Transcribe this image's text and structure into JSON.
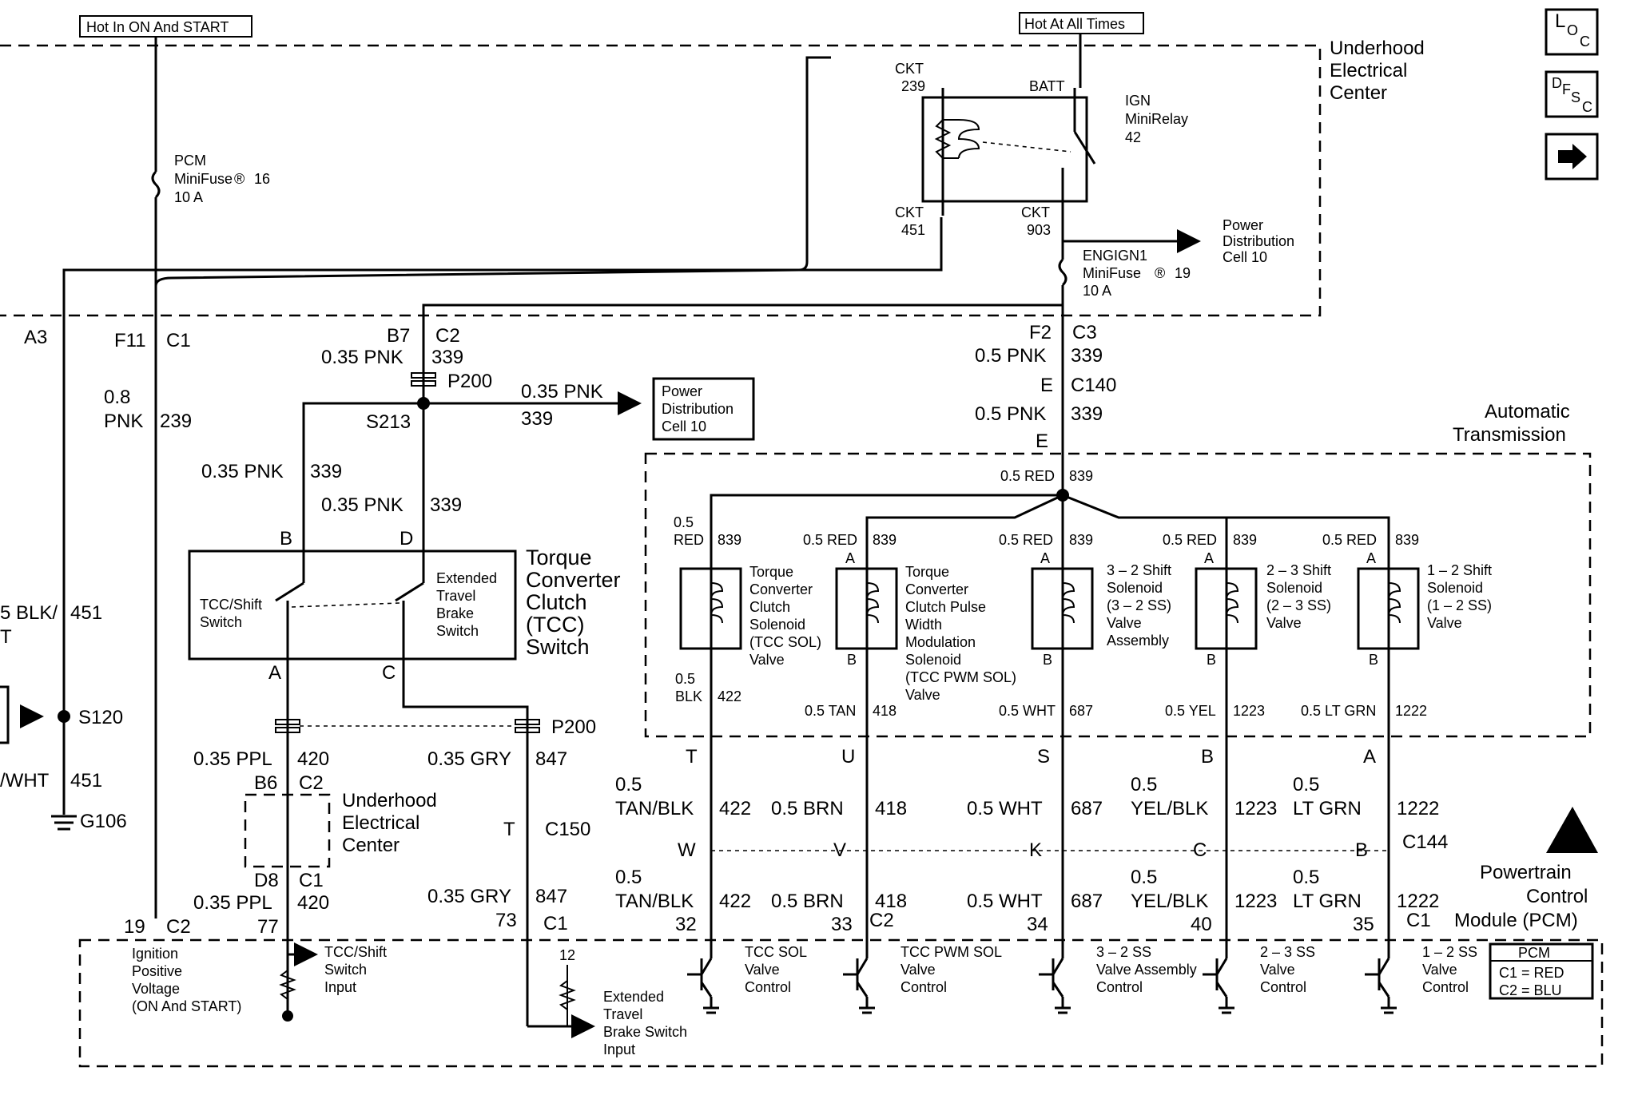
{
  "header": {
    "hot_run": "Hot In ON And START",
    "hot_all": "Hot At All Times"
  },
  "nav": {
    "loc": "LOC",
    "dfsc": "DFSC",
    "next": "next-arrow-icon"
  },
  "uec_top": {
    "title1": "Underhood",
    "title2": "Electrical",
    "title3": "Center"
  },
  "relay": {
    "ckt239_a": "CKT",
    "ckt239_b": "239",
    "batt": "BATT",
    "name1": "IGN",
    "name2": "MiniRelay",
    "name3": "42",
    "ckt451_a": "CKT",
    "ckt451_b": "451",
    "ckt903_a": "CKT",
    "ckt903_b": "903"
  },
  "pcm_fuse": {
    "l1": "PCM",
    "l2": "MiniFuse",
    "l2b": "16",
    "l3": "10 A"
  },
  "eng_fuse": {
    "l1": "ENGIGN1",
    "l2": "MiniFuse",
    "l2b": "19",
    "l3": "10 A"
  },
  "pdc_top": {
    "l1": "Power",
    "l2": "Distribution",
    "l3": "Cell 10"
  },
  "pdc_mid": {
    "l1": "Power",
    "l2": "Distribution",
    "l3": "Cell 10"
  },
  "left": {
    "a3": "A3",
    "f11": "F11",
    "c1a": "C1",
    "w1a": "0.8",
    "w1b": "PNK",
    "w1c": "239",
    "blk1": "5 BLK/",
    "blk2": "T",
    "blk3": "451",
    "s120": "S120",
    "wht": "/WHT",
    "wht2": "451",
    "g106": "G106"
  },
  "tcc_section": {
    "b7": "B7",
    "c2": "C2",
    "w_top1": "0.35 PNK",
    "w_top2": "339",
    "p200": "P200",
    "s213": "S213",
    "w_r1": "0.35 PNK",
    "w_r2": "339",
    "w_b1": "0.35 PNK",
    "w_b2": "339",
    "w_d1": "0.35 PNK",
    "w_d2": "339",
    "pin_b": "B",
    "pin_d": "D",
    "pin_a": "A",
    "pin_c": "C",
    "sw1": "TCC/Shift",
    "sw2": "Switch",
    "ext1": "Extended",
    "ext2": "Travel",
    "ext3": "Brake",
    "ext4": "Switch",
    "tt1": "Torque",
    "tt2": "Converter",
    "tt3": "Clutch",
    "tt4": "(TCC)",
    "tt5": "Switch",
    "p200b": "P200",
    "ppl1": "0.35 PPL",
    "ppl2": "420",
    "gry1": "0.35 GRY",
    "gry2": "847",
    "b6": "B6",
    "c2b": "C2",
    "uec1": "Underhood",
    "uec2": "Electrical",
    "uec3": "Center",
    "t": "T",
    "c150": "C150",
    "d8": "D8",
    "c1b": "C1",
    "ppl3": "0.35 PPL",
    "ppl4": "420",
    "gry3": "0.35 GRY",
    "gry4": "847"
  },
  "right_top": {
    "f2": "F2",
    "c3": "C3",
    "w1": "0.5 PNK",
    "w1n": "339",
    "e1": "E",
    "c140": "C140",
    "w2": "0.5 PNK",
    "w2n": "339",
    "e2": "E",
    "at1": "Automatic",
    "at2": "Transmission",
    "red": "0.5 RED",
    "redn": "839"
  },
  "solenoids": [
    {
      "wire_a": "0.5",
      "wire_b": "RED",
      "wire_n": "839",
      "pin_top": "",
      "pin_bot": "",
      "n1": "Torque",
      "n2": "Converter",
      "n3": "Clutch",
      "n4": "Solenoid",
      "n5": "(TCC SOL)",
      "n6": "Valve",
      "out_a": "0.5",
      "out_b": "BLK",
      "out_n": "422"
    },
    {
      "wire_a": "0.5 RED",
      "wire_b": "",
      "wire_n": "839",
      "pin_top": "A",
      "pin_bot": "B",
      "n1": "Torque",
      "n2": "Converter",
      "n3": "Clutch Pulse",
      "n4": "Width",
      "n5": "Modulation",
      "n6": "Solenoid",
      "n7": "(TCC PWM SOL)",
      "n8": "Valve",
      "out_a": "0.5 TAN",
      "out_b": "",
      "out_n": "418"
    },
    {
      "wire_a": "0.5 RED",
      "wire_n": "839",
      "pin_top": "A",
      "pin_bot": "B",
      "n1": "3 – 2 Shift",
      "n2": "Solenoid",
      "n3": "(3 – 2 SS)",
      "n4": "Valve",
      "n5": "Assembly",
      "out_a": "0.5 WHT",
      "out_n": "687"
    },
    {
      "wire_a": "0.5 RED",
      "wire_n": "839",
      "pin_top": "A",
      "pin_bot": "B",
      "n1": "2 – 3 Shift",
      "n2": "Solenoid",
      "n3": "(2 – 3 SS)",
      "n4": "Valve",
      "out_a": "0.5 YEL",
      "out_n": "1223"
    },
    {
      "wire_a": "0.5 RED",
      "wire_n": "839",
      "pin_top": "A",
      "pin_bot": "B",
      "n1": "1 – 2 Shift",
      "n2": "Solenoid",
      "n3": "(1 – 2 SS)",
      "n4": "Valve",
      "out_a": "0.5 LT GRN",
      "out_n": "1222"
    }
  ],
  "harness": [
    {
      "pin": "T",
      "w1a": "0.5",
      "w1b": "TAN/BLK",
      "w1n": "422",
      "c144": "W",
      "w2a": "0.5",
      "w2b": "TAN/BLK",
      "w2n": "422",
      "pcm": "32"
    },
    {
      "pin": "U",
      "w1a": "",
      "w1b": "0.5 BRN",
      "w1n": "418",
      "c144": "V",
      "w2a": "",
      "w2b": "0.5 BRN",
      "w2n": "418",
      "pcm": "33"
    },
    {
      "pin": "S",
      "w1a": "",
      "w1b": "0.5 WHT",
      "w1n": "687",
      "c144": "K",
      "w2a": "",
      "w2b": "0.5 WHT",
      "w2n": "687",
      "pcm": "34"
    },
    {
      "pin": "B",
      "w1a": "0.5",
      "w1b": "YEL/BLK",
      "w1n": "1223",
      "c144": "C",
      "w2a": "0.5",
      "w2b": "YEL/BLK",
      "w2n": "1223",
      "pcm": "40"
    },
    {
      "pin": "A",
      "w1a": "0.5",
      "w1b": "LT GRN",
      "w1n": "1222",
      "c144": "B",
      "w2a": "0.5",
      "w2b": "LT GRN",
      "w2n": "1222",
      "pcm": "35"
    }
  ],
  "c144": "C144",
  "pcm": {
    "t1": "Powertrain",
    "t2": "Control",
    "t3": "Module (PCM)",
    "p19": "19",
    "c2": "C2",
    "p77": "77",
    "p73": "73",
    "c1": "C1",
    "c2b": "C2",
    "c1b": "C1",
    "ign1": "Ignition",
    "ign2": "Positive",
    "ign3": "Voltage",
    "ign4": "(ON And START)",
    "tcc1": "TCC/Shift",
    "tcc2": "Switch",
    "tcc3": "Input",
    "r12": "12",
    "etb1": "Extended",
    "etb2": "Travel",
    "etb3": "Brake Switch",
    "etb4": "Input",
    "drv": [
      {
        "a": "TCC SOL",
        "b": "Valve",
        "c": "Control"
      },
      {
        "a": "TCC PWM SOL",
        "b": "Valve",
        "c": "Control"
      },
      {
        "a": "3 – 2 SS",
        "b": "Valve Assembly",
        "c": "Control"
      },
      {
        "a": "2 – 3 SS",
        "b": "Valve",
        "c": "Control"
      },
      {
        "a": "1 – 2 SS",
        "b": "Valve",
        "c": "Control"
      }
    ],
    "legend_t": "PCM",
    "legend_1": "C1 = RED",
    "legend_2": "C2 = BLU"
  }
}
